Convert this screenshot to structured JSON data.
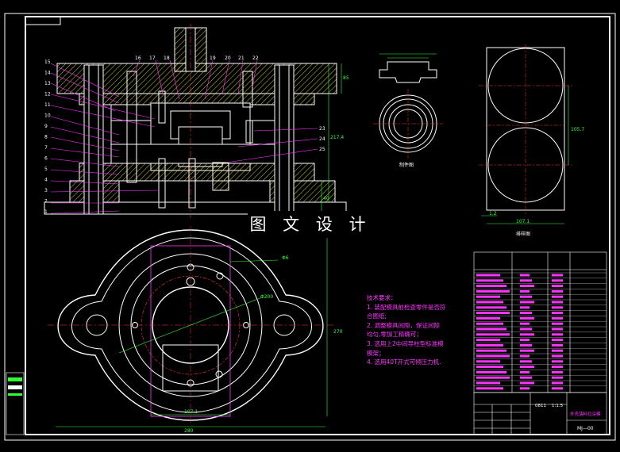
{
  "watermark": "图 文 设 计",
  "tech_notes": {
    "title": "技术要求：",
    "lines": [
      "1. 装配模具前检查零件是否符",
      "合图纸;",
      "2. 调整模具间隙，保证间隙",
      "均匀,零加工精确可；",
      "3. 选用上2中间导柱型标准模",
      "模架；",
      "4. 选用40T开式可倾压力机."
    ]
  },
  "part_numbers_left": [
    "15",
    "14",
    "13",
    "12",
    "11",
    "10",
    "9",
    "8",
    "7",
    "6",
    "5",
    "4",
    "3",
    "2",
    "1"
  ],
  "part_numbers_top": [
    "16",
    "17",
    "18",
    "19",
    "20",
    "21",
    "22"
  ],
  "part_numbers_right": [
    "23",
    "24",
    "25"
  ],
  "labels": {
    "part_drawing": "制件图",
    "layout_drawing": "排样图",
    "drawing_no": "MJ—00",
    "title_block_name": "外壳落料拉深模",
    "scale_a": "0811",
    "scale_b": "1:1.5"
  },
  "dimensions": {
    "plan_width": "280",
    "plan_inner_width": "107.1",
    "plan_height": "270",
    "plan_radius": "Φ200",
    "plan_d6": "Φ6",
    "strip_width": "107.1",
    "strip_pitch": "105.7",
    "strip_small": "1.2",
    "section_h1": "85",
    "section_h2": "217.4",
    "section_h3": "40"
  },
  "colors": {
    "outline": "#ffffff",
    "center": "#ff3333",
    "dim": "#33ff33",
    "label": "#ff33ff",
    "highlight": "#ffff33",
    "hatch": "#ffff33"
  }
}
